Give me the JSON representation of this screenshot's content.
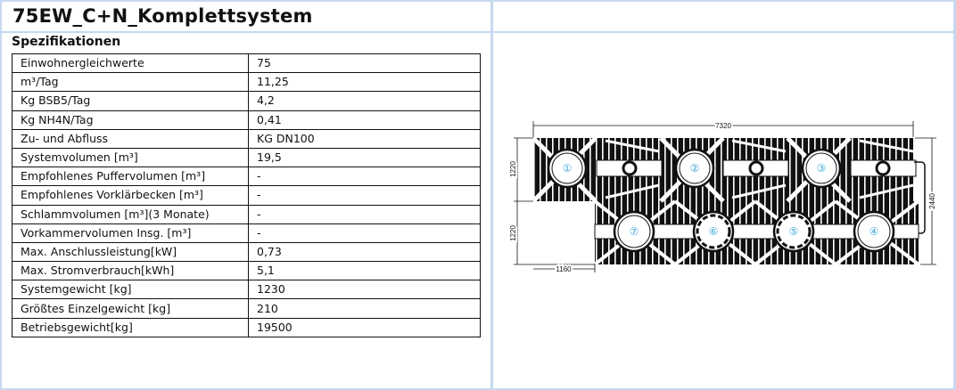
{
  "title": "75EW_C+N_Komplettsystem",
  "section": "Spezifikationen",
  "specs": [
    {
      "label": "Einwohnergleichwerte",
      "value": "75"
    },
    {
      "label": "m³/Tag",
      "value": "11,25"
    },
    {
      "label": "Kg BSB5/Tag",
      "value": "4,2"
    },
    {
      "label": "Kg NH4N/Tag",
      "value": "0,41"
    },
    {
      "label": "Zu- und Abfluss",
      "value": "KG DN100"
    },
    {
      "label": "Systemvolumen [m³]",
      "value": "19,5"
    },
    {
      "label": "Empfohlenes Puffervolumen  [m³]",
      "value": "-"
    },
    {
      "label": "Empfohlenes Vorklärbecken [m³]",
      "value": "-"
    },
    {
      "label": "Schlammvolumen [m³](3 Monate)",
      "value": "-"
    },
    {
      "label": "Vorkammervolumen Insg. [m³]",
      "value": "-"
    },
    {
      "label": "Max. Anschlussleistung[kW]",
      "value": "0,73"
    },
    {
      "label": "Max. Stromverbrauch[kWh]",
      "value": "5,1"
    },
    {
      "label": "Systemgewicht [kg]",
      "value": "1230"
    },
    {
      "label": "Größtes Einzelgewicht [kg]",
      "value": "210"
    },
    {
      "label": "Betriebsgewicht[kg]",
      "value": "19500"
    }
  ],
  "drawing": {
    "dim_width": "7320",
    "dim_height_total": "2440",
    "dim_row_top": "1220",
    "dim_row_bottom": "1220",
    "dim_offset": "1160",
    "tanks_top": [
      "①",
      "②",
      "③"
    ],
    "tanks_bottom": [
      "⑦",
      "⑥",
      "⑤",
      "④"
    ],
    "label_color": "#3fa9d6"
  }
}
